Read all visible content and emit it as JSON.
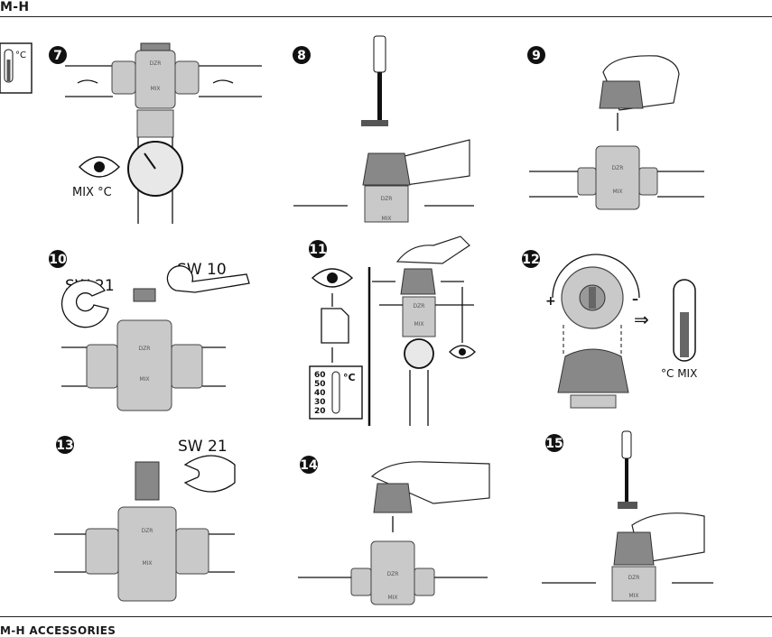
{
  "header": {
    "title": "M-H"
  },
  "footer": {
    "title": "M-H ACCESSORIES"
  },
  "steps": [
    {
      "number": "7",
      "labels": {
        "valve": "DZR",
        "mix": "MIX",
        "eye_label": "MIX °C",
        "unit": "°C"
      }
    },
    {
      "number": "8",
      "labels": {
        "valve": "DZR",
        "mix": "MIX"
      }
    },
    {
      "number": "9",
      "labels": {
        "valve": "DZR",
        "mix": "MIX"
      }
    },
    {
      "number": "10",
      "labels": {
        "wrench_a": "SW 21",
        "wrench_b": "SW 10",
        "valve": "DZR",
        "mix": "MIX"
      }
    },
    {
      "number": "11",
      "labels": {
        "unit": "°C",
        "scale": [
          "60",
          "50",
          "40",
          "30",
          "20"
        ],
        "valve": "DZR",
        "mix": "MIX"
      }
    },
    {
      "number": "12",
      "labels": {
        "plus": "+",
        "minus": "–",
        "arrow": "⇒",
        "thermo": "°C MIX"
      }
    },
    {
      "number": "13",
      "labels": {
        "wrench": "SW 21",
        "valve": "DZR",
        "mix": "MIX"
      }
    },
    {
      "number": "14",
      "labels": {
        "valve": "DZR",
        "mix": "MIX"
      }
    },
    {
      "number": "15",
      "labels": {
        "valve": "DZR",
        "mix": "MIX"
      }
    }
  ]
}
